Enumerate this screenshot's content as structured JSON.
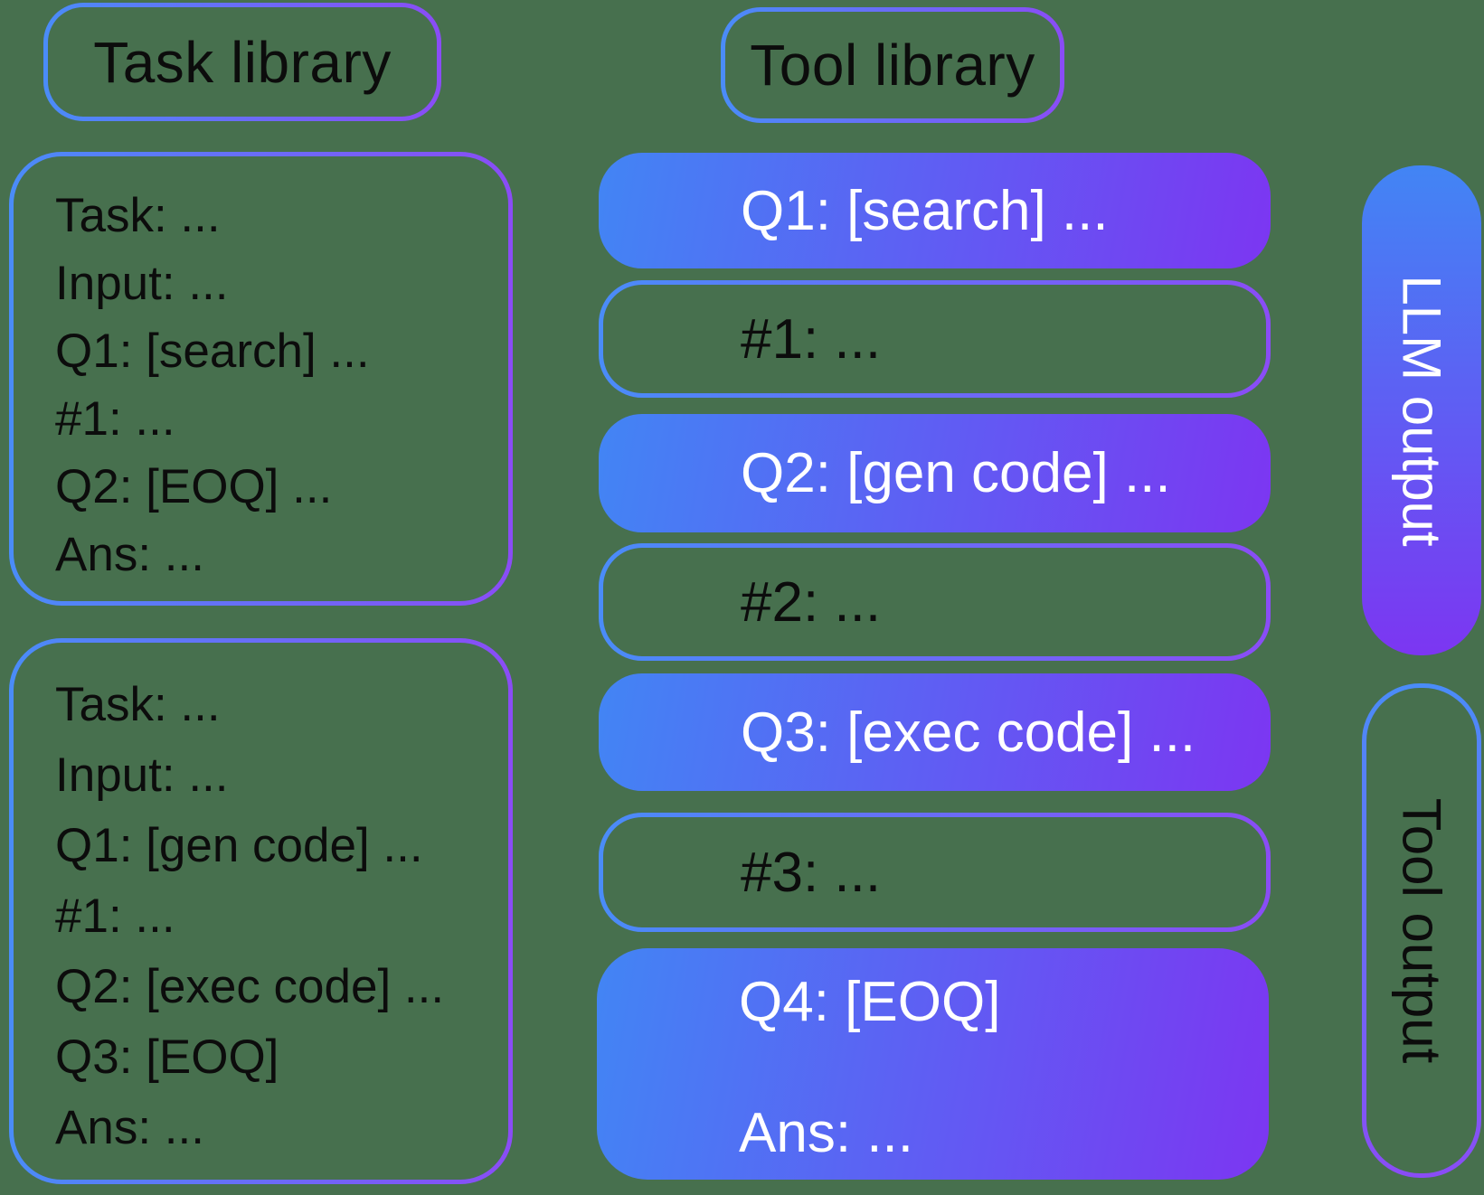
{
  "colors": {
    "background": "#47704e",
    "gradient_blue": "#4285f4",
    "gradient_purple": "#7c36f2",
    "border_blue": "#4a8cf8",
    "border_purple": "#8a4cf6",
    "text_dark": "#0c0c0c",
    "text_light": "#ffffff"
  },
  "task_library": {
    "header": "Task library",
    "examples": [
      {
        "lines": [
          "Task: ...",
          "Input: ...",
          "Q1: [search] ...",
          "#1: ...",
          "Q2: [EOQ] ...",
          "Ans: ..."
        ]
      },
      {
        "lines": [
          "Task: ...",
          "Input: ...",
          "Q1: [gen code] ...",
          "#1: ...",
          "Q2: [exec code] ...",
          "Q3: [EOQ]",
          "Ans: ..."
        ]
      }
    ]
  },
  "tool_library": {
    "header": "Tool library",
    "rows": [
      {
        "label": "Q1: [search] ...",
        "style": "filled"
      },
      {
        "label": "#1: ...",
        "style": "outlined"
      },
      {
        "label": "Q2: [gen code] ...",
        "style": "filled"
      },
      {
        "label": "#2: ...",
        "style": "outlined"
      },
      {
        "label": "Q3: [exec code] ...",
        "style": "filled"
      },
      {
        "label": "#3: ...",
        "style": "outlined"
      },
      {
        "style": "filled",
        "lines": [
          "Q4: [EOQ]",
          "Ans: ..."
        ]
      }
    ]
  },
  "outputs": {
    "llm": "LLM output",
    "tool": "Tool output"
  }
}
